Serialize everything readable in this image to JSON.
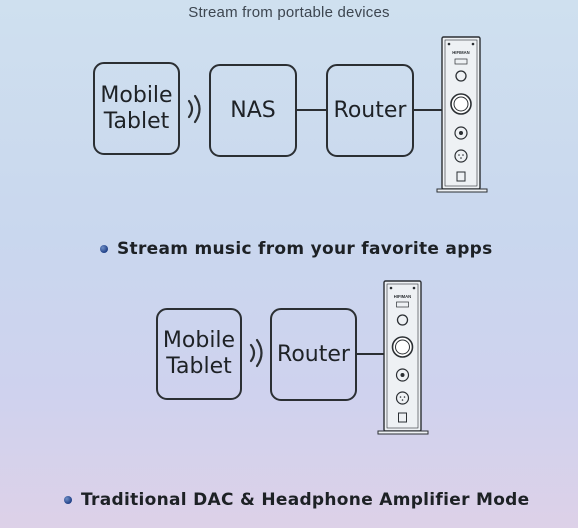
{
  "caption": "Stream from portable devices",
  "diagram1": {
    "nodes": {
      "mobile_tablet": "Mobile\nTablet",
      "nas": "NAS",
      "router": "Router"
    },
    "device_label": "HIFIMAN"
  },
  "heading1": "Stream music from your favorite apps",
  "diagram2": {
    "nodes": {
      "mobile_tablet": "Mobile\nTablet",
      "router": "Router"
    },
    "device_label": "HIFIMAN"
  },
  "heading2": "Traditional DAC & Headphone Amplifier Mode"
}
